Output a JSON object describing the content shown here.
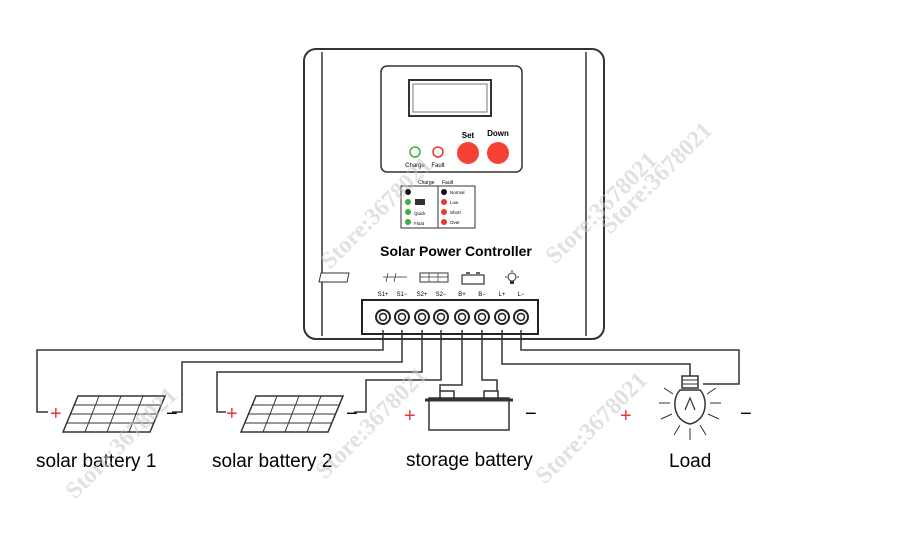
{
  "controller": {
    "title": "Solar Power Controller",
    "buttons": {
      "set": "Set",
      "down": "Down"
    },
    "indicators": {
      "charge": "Charge",
      "fault": "Fault"
    },
    "legend": {
      "header_charge": "Charge",
      "header_fault": "Fault",
      "rows_left": [
        "",
        "Quick",
        "Float"
      ],
      "rows_right": [
        "Normal",
        "Low",
        "Short",
        "Over"
      ]
    },
    "terminals": [
      "S1+",
      "S1−",
      "S2+",
      "S2−",
      "B+",
      "B−",
      "L+",
      "L−"
    ]
  },
  "components": {
    "solar1": {
      "label": "solar battery 1",
      "plus": "+",
      "minus": "−"
    },
    "solar2": {
      "label": "solar battery 2",
      "plus": "+",
      "minus": "−"
    },
    "battery": {
      "label": "storage battery",
      "plus": "+",
      "minus": "−"
    },
    "load": {
      "label": "Load",
      "plus": "+",
      "minus": "−"
    }
  },
  "watermark": "Store:3678021",
  "colors": {
    "button_red": "#f44336",
    "led_green": "#3cb043",
    "led_red": "#e53935",
    "plus_red": "#e53935"
  }
}
